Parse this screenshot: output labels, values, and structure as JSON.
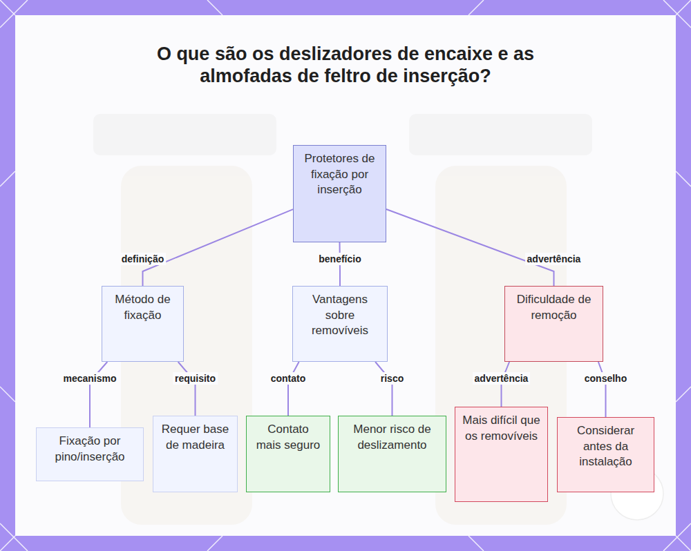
{
  "diagram": {
    "title": "O que são os deslizadores de encaixe e as almofadas de feltro de inserção?",
    "nodes": [
      {
        "text": [
          "Protetores de fixação por inserção"
        ]
      },
      {
        "text": [
          "Método de fixação"
        ]
      },
      {
        "text": [
          "Vantagens sobre removíveis"
        ]
      },
      {
        "text": [
          "Dificuldade de remoção"
        ]
      },
      {
        "text": [
          "Fixação por pino/inserção"
        ]
      },
      {
        "text": [
          "Requer base de madeira"
        ]
      },
      {
        "text": [
          "Contato mais seguro"
        ]
      },
      {
        "text": [
          "Menor risco de deslizamento"
        ]
      },
      {
        "text": [
          "Mais difícil que os removíveis"
        ]
      },
      {
        "text": [
          "Considerar antes da instalação"
        ]
      }
    ],
    "edges": [
      {
        "from": 0,
        "to": 1,
        "label": "definição",
        "arrow": "none"
      },
      {
        "from": 0,
        "to": 2,
        "label": "benefício",
        "arrow": "none"
      },
      {
        "from": 0,
        "to": 3,
        "label": "advertência",
        "arrow": "none"
      },
      {
        "from": 1,
        "to": 4,
        "label": "mecanismo",
        "arrow": "none"
      },
      {
        "from": 1,
        "to": 5,
        "label": "requisito",
        "arrow": "none"
      },
      {
        "from": 2,
        "to": 6,
        "label": "contato",
        "arrow": "none"
      },
      {
        "from": 2,
        "to": 7,
        "label": "risco",
        "arrow": "none"
      },
      {
        "from": 3,
        "to": 8,
        "label": "advertência",
        "arrow": "none"
      },
      {
        "from": 3,
        "to": 9,
        "label": "conselho",
        "arrow": "none"
      }
    ]
  }
}
